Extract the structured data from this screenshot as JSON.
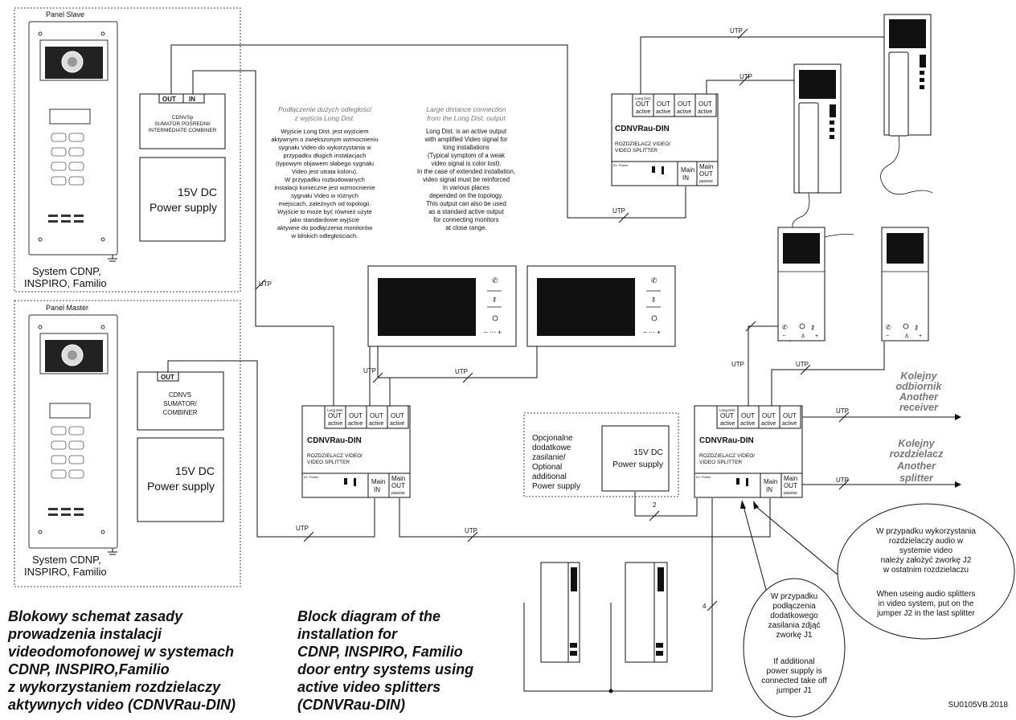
{
  "panels": {
    "slave": {
      "title": "Panel Slave",
      "system_line1": "System CDNP,",
      "system_line2": "INSPIRO, Familio"
    },
    "master": {
      "title": "Panel Master",
      "system_line1": "System CDNP,",
      "system_line2": "INSPIRO, Familio"
    }
  },
  "combiner_slave": {
    "out": "OUT",
    "in": "IN",
    "name": "CDNVSp",
    "line1": "SUMATOR POŚREDNI/",
    "line2": "INTERMEDIATE COMBINER"
  },
  "combiner_master": {
    "out": "OUT",
    "line1": "CDNVS",
    "line2": "SUMATOR/",
    "line3": "COMBINER"
  },
  "power_supply": {
    "line1": "15V DC",
    "line2": "Power supply"
  },
  "splitter": {
    "long_dist": "Long Dist.",
    "out": "OUT",
    "active": "active",
    "name": "CDNVRau-DIN",
    "desc1": "ROZDZIELACZ VIDEO/",
    "desc2": "VIDEO SPLITTER",
    "ex_power": "Ex. Power",
    "main": "Main",
    "in": "IN",
    "passive": "passive"
  },
  "cable": {
    "utp": "UTP",
    "two": "2",
    "four": "4"
  },
  "optional_power": {
    "lines": [
      "Opcjonalne",
      "dodatkowe",
      "zasilanie/",
      "Optional",
      "additional",
      "Power supply"
    ]
  },
  "note_pl": {
    "title1": "Podłączenie dużych odległości",
    "title2": "z wyjścia Long Dist.",
    "lines": [
      "Wyjście Long Dist. jest wyjściem",
      "aktywnym o zwiększonym wzmocnieniu",
      "sygnału Video do wykorzystania w",
      "przypadku długich instalacjach",
      "(typowym objawem słabego sygnału",
      "Video jest utrata koloru).",
      "W przypadku rozbudowanych",
      "instalacji konieczne jest wzmocnienie",
      "sygnału Video w różnych",
      "miejscach, zależnych od topologii.",
      "Wyjście to może być również użyte",
      "jako standardowe wyjście",
      "aktywne do podłączenia monitorów",
      "w bliskich odległościach."
    ]
  },
  "note_en": {
    "title1": "Large distance connection",
    "title2": "from the Long Dist. output",
    "lines": [
      "Long Dist. is an active output",
      "with amplified Video signal for",
      "long installations",
      "(Typical symptom of a weak",
      "video signal is color lost).",
      "In the case of extended installation,",
      "video signal must be reinforced",
      "in various places",
      "depended on the topology.",
      "This output can also be used",
      "as a standard active output",
      "for connecting monitors",
      "at close range."
    ]
  },
  "next_receiver": {
    "lines": [
      "Kolejny",
      "odbiornik",
      "Another",
      "receiver"
    ]
  },
  "next_splitter": {
    "lines": [
      "Kolejny",
      "rozdzielacz",
      "Another",
      "splitter"
    ]
  },
  "bubble_j1": {
    "lines": [
      "W przypadku",
      "podłączenia",
      "dodatkowego",
      "zasilania zdjąć",
      "zworkę J1",
      "",
      "If additional",
      "power supply is",
      "connected take off",
      "jumper J1"
    ]
  },
  "bubble_j2": {
    "lines": [
      "W przypadku wykorzystania",
      "rozdzielaczy audio w",
      "systemie video",
      "należy założyć zworkę J2",
      "w ostatnim rozdzielaczu",
      "",
      "When useing audio splitters",
      "in video system, put on the",
      "jumper J2 in the last splitter"
    ]
  },
  "caption_pl": {
    "lines": [
      "Blokowy schemat zasady",
      "prowadzenia instalacji",
      "videodomofonowej w systemach",
      "CDNP, INSPIRO,Familio",
      "z wykorzystaniem rozdzielaczy",
      "aktywnych video (CDNVRau-DIN)"
    ]
  },
  "caption_en": {
    "lines": [
      "Block diagram of the",
      "installation for",
      "CDNP, INSPIRO, Familio",
      "door entry systems using",
      "active video splitters",
      "(CDNVRau-DIN)"
    ]
  },
  "footer": {
    "code": "SU0105VB.2018"
  },
  "colors": {
    "line": "#111111",
    "screen": "#111111",
    "gray_text": "#777777"
  }
}
